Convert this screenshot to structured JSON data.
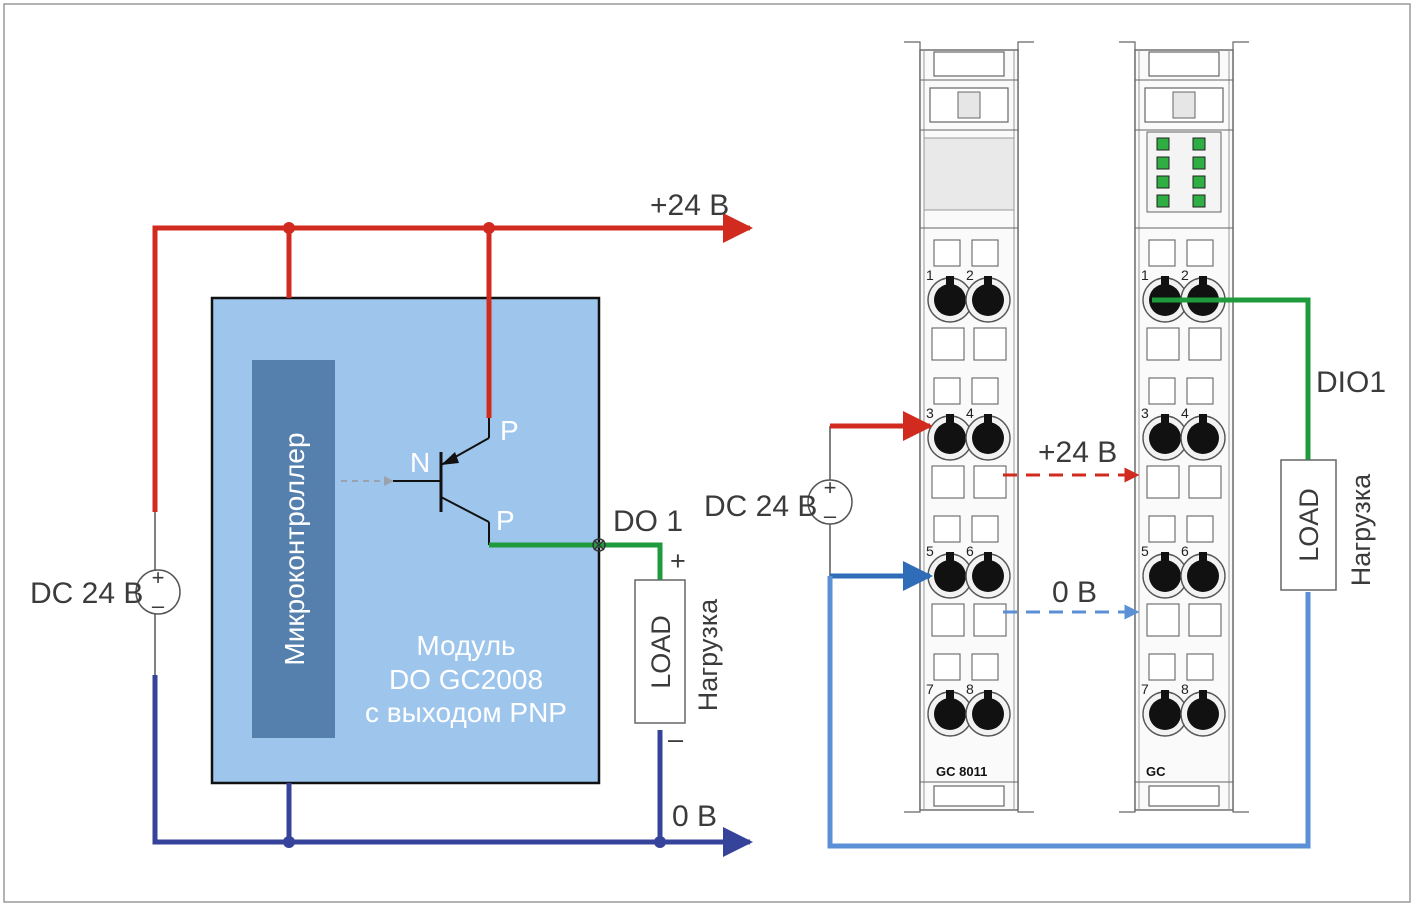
{
  "colors": {
    "plus_line": "#d12b1f",
    "zero_line": "#36439b",
    "zero_line_right": "#5b8fd6",
    "zero_arrow_right": "#2f6db8",
    "signal_line": "#1f9a3c",
    "module_fill": "#9ec6ec",
    "micro_fill": "#5580ad",
    "terminal_fill": "#f2f2f2"
  },
  "left": {
    "rail_plus_label": "+24 В",
    "rail_zero_label": "0 В",
    "source_label": "DC 24 В",
    "source_plus": "+",
    "source_minus": "–",
    "microcontroller_label": "Микроконтроллер",
    "transistor_n": "N",
    "transistor_p_top": "P",
    "transistor_p_bottom": "P",
    "output_label": "DO 1",
    "module_title_1": "Модуль",
    "module_title_2": "DO GC2008",
    "module_title_3": "с выходом PNP",
    "load_label": "LOAD",
    "load_caption": "Нагрузка",
    "load_plus": "+",
    "load_minus": "–"
  },
  "right": {
    "source_label": "DC 24 В",
    "source_plus": "+",
    "source_minus": "–",
    "plus_bridge_label": "+24 В",
    "zero_bridge_label": "0 В",
    "signal_label": "DIO1",
    "load_label": "LOAD",
    "load_caption": "Нагрузка",
    "module_a_name": "GC 8011",
    "module_b_name": "GC",
    "terminal_numbers": [
      "1",
      "2",
      "3",
      "4",
      "5",
      "6",
      "7",
      "8"
    ]
  },
  "icons": {
    "dc_source": "dc-source-icon",
    "pnp_transistor": "pnp-transistor-icon",
    "load": "load-resistor-icon",
    "led_indicator": "led-indicator-icon"
  }
}
